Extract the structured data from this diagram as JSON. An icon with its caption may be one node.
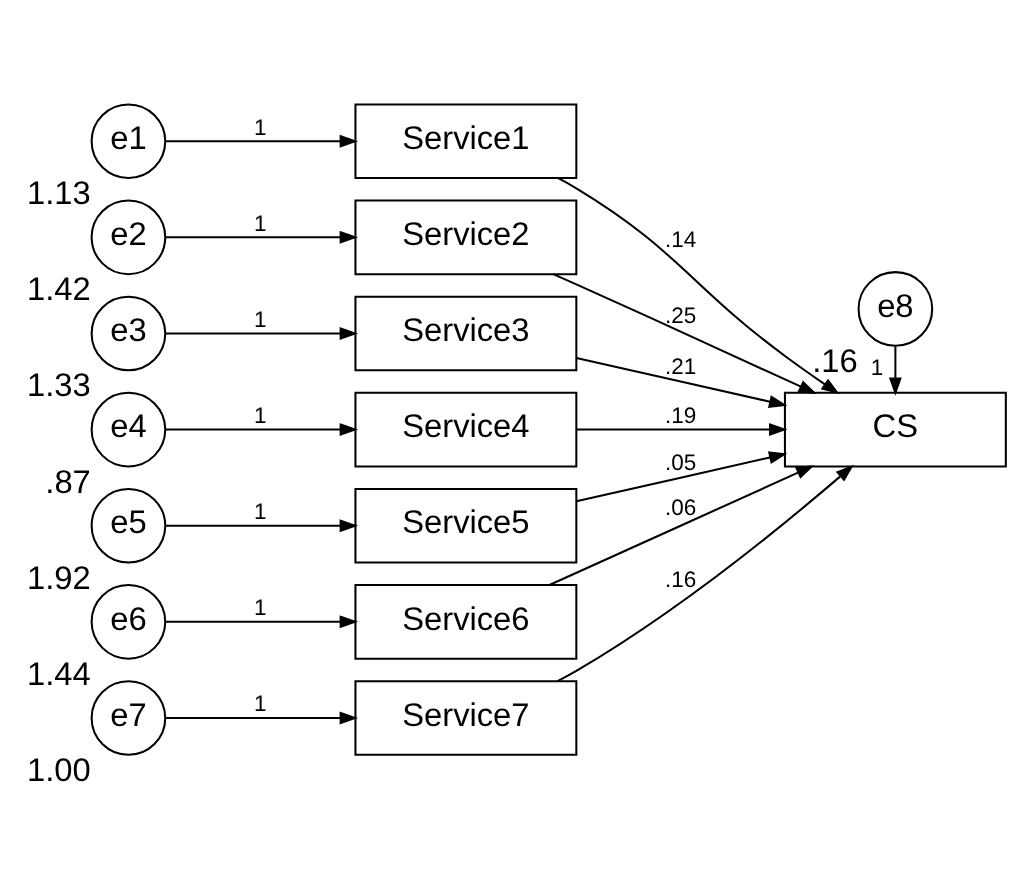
{
  "diagram": {
    "nodes": [
      {
        "text": [
          "e1"
        ],
        "beside": [
          "1.13"
        ]
      },
      {
        "text": [
          "e2"
        ],
        "beside": [
          "1.42"
        ]
      },
      {
        "text": [
          "e3"
        ],
        "beside": [
          "1.33"
        ]
      },
      {
        "text": [
          "e4"
        ],
        "beside": [
          ".87"
        ]
      },
      {
        "text": [
          "e5"
        ],
        "beside": [
          "1.92"
        ]
      },
      {
        "text": [
          "e6"
        ],
        "beside": [
          "1.44"
        ]
      },
      {
        "text": [
          "e7"
        ],
        "beside": [
          "1.00"
        ]
      },
      {
        "text": [
          "Service1"
        ]
      },
      {
        "text": [
          "Service2"
        ]
      },
      {
        "text": [
          "Service3"
        ]
      },
      {
        "text": [
          "Service4"
        ]
      },
      {
        "text": [
          "Service5"
        ]
      },
      {
        "text": [
          "Service6"
        ]
      },
      {
        "text": [
          "Service7"
        ]
      },
      {
        "text": [
          "e8"
        ],
        "beside": [
          ".16"
        ]
      },
      {
        "text": [
          "CS"
        ]
      }
    ],
    "edges": [
      {
        "from": 0,
        "to": 7,
        "arrow": "to",
        "label": "1"
      },
      {
        "from": 1,
        "to": 8,
        "arrow": "to",
        "label": "1"
      },
      {
        "from": 2,
        "to": 9,
        "arrow": "to",
        "label": "1"
      },
      {
        "from": 3,
        "to": 10,
        "arrow": "to",
        "label": "1"
      },
      {
        "from": 4,
        "to": 11,
        "arrow": "to",
        "label": "1"
      },
      {
        "from": 5,
        "to": 12,
        "arrow": "to",
        "label": "1"
      },
      {
        "from": 6,
        "to": 13,
        "arrow": "to",
        "label": "1"
      },
      {
        "from": 7,
        "to": 15,
        "arrow": "to",
        "label": ".14"
      },
      {
        "from": 8,
        "to": 15,
        "arrow": "to",
        "label": ".25"
      },
      {
        "from": 9,
        "to": 15,
        "arrow": "to",
        "label": ".21"
      },
      {
        "from": 10,
        "to": 15,
        "arrow": "to",
        "label": ".19"
      },
      {
        "from": 11,
        "to": 15,
        "arrow": "to",
        "label": ".05"
      },
      {
        "from": 12,
        "to": 15,
        "arrow": "to",
        "label": ".06"
      },
      {
        "from": 13,
        "to": 15,
        "arrow": "to",
        "label": ".16"
      },
      {
        "from": 14,
        "to": 15,
        "arrow": "to",
        "label": "1"
      }
    ]
  }
}
